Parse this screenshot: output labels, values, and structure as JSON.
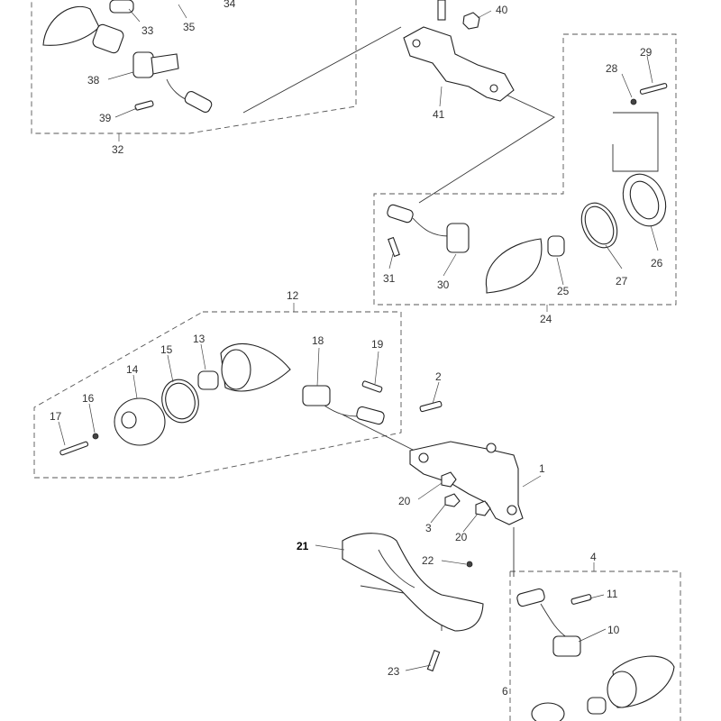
{
  "diagram": {
    "labels": {
      "l1": "1",
      "l2": "2",
      "l3": "3",
      "l4": "4",
      "l6": "6",
      "l10": "10",
      "l11": "11",
      "l12": "12",
      "l13": "13",
      "l14": "14",
      "l15": "15",
      "l16": "16",
      "l17": "17",
      "l18": "18",
      "l19": "19",
      "l20a": "20",
      "l20b": "20",
      "l21": "21",
      "l22": "22",
      "l23": "23",
      "l24": "24",
      "l25": "25",
      "l26": "26",
      "l27": "27",
      "l28": "28",
      "l29": "29",
      "l30": "30",
      "l31": "31",
      "l32": "32",
      "l33": "33",
      "l34": "34",
      "l35": "35",
      "l38": "38",
      "l39": "39",
      "l40": "40",
      "l41": "41"
    }
  }
}
